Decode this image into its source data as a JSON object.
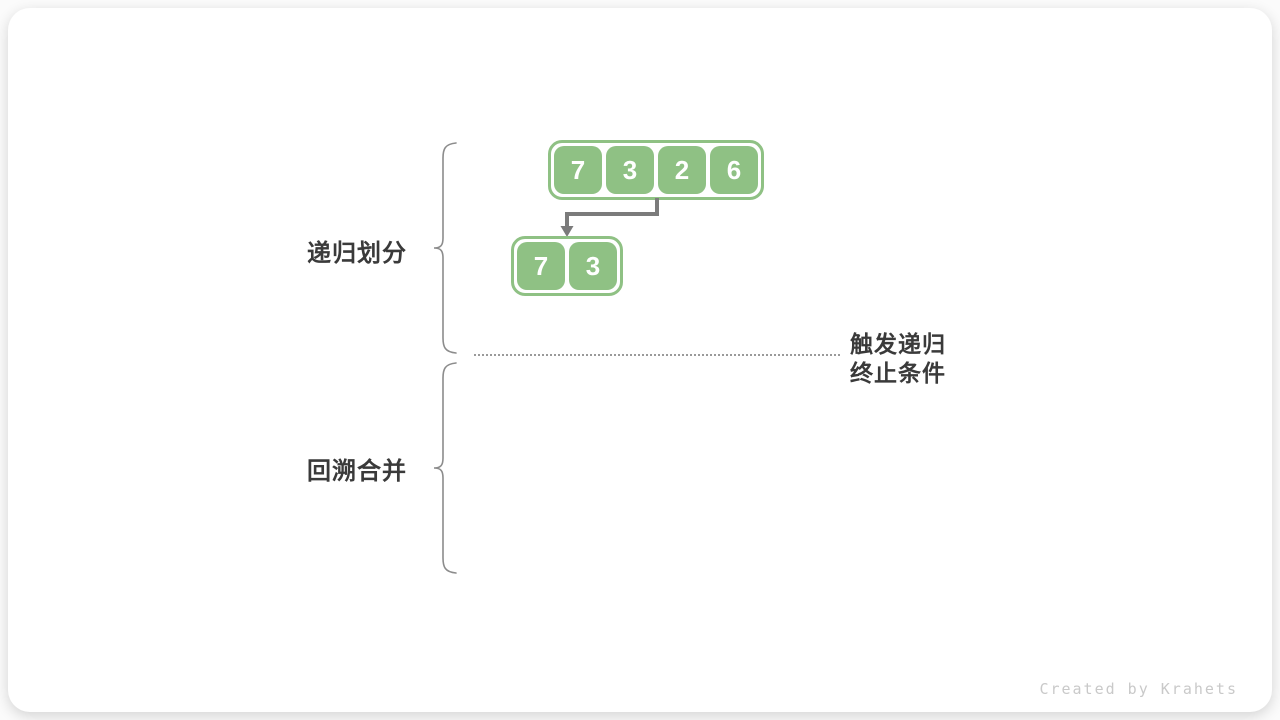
{
  "diagram": {
    "phase_labels": [
      {
        "label": "递归划分"
      },
      {
        "label": "回溯合并"
      }
    ],
    "annotation": {
      "line1": "触发递归",
      "line2": "终止条件"
    },
    "arrays": {
      "level1": [
        "7",
        "3",
        "2",
        "6"
      ],
      "level2": [
        "7",
        "3"
      ]
    },
    "colors": {
      "cell_green": "#8FC184",
      "arrow_gray": "#7B7B7B",
      "brace_gray": "#8C8C8C",
      "label_dark": "#3A3A3A",
      "dotted_line_gray": "#9A9A9A",
      "watermark_gray": "#C9C9C9"
    },
    "watermark": "Created by Krahets"
  }
}
